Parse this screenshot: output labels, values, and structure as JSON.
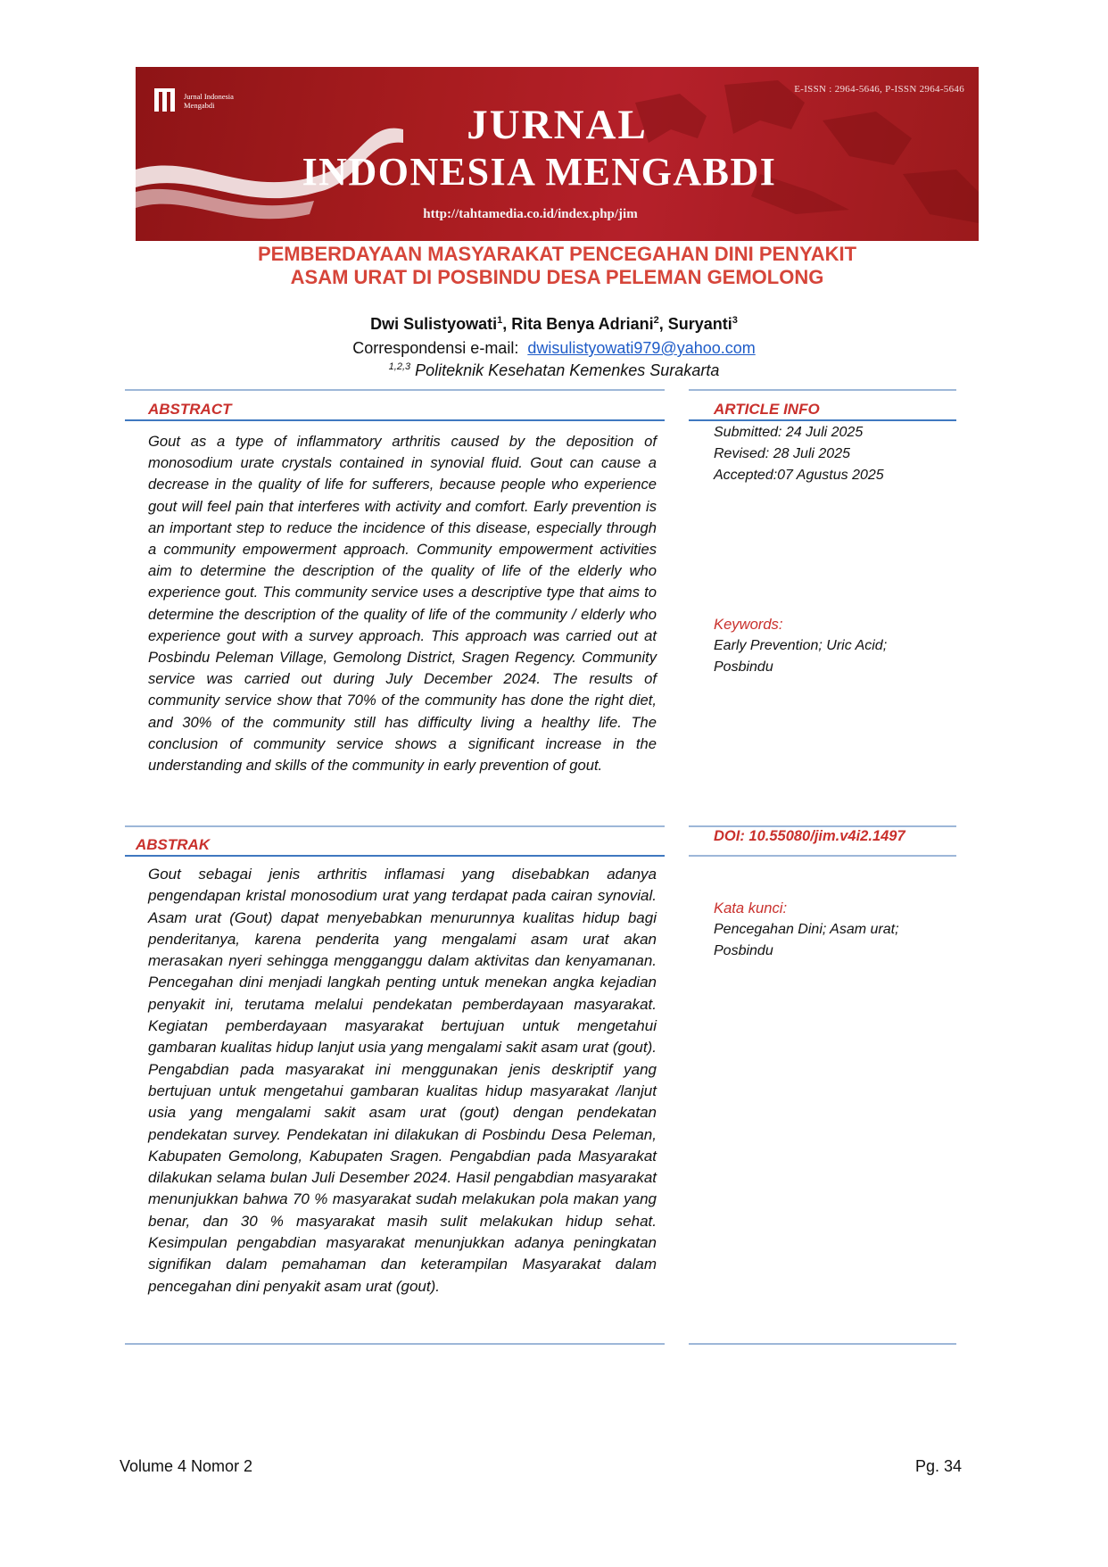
{
  "banner": {
    "logo_text": "Jurnal Indonesia\nMengabdi",
    "issn": "E-ISSN : 2964-5646, P-ISSN 2964-5646",
    "title_line1": "JURNAL",
    "title_line2": "INDONESIA MENGABDI",
    "url": "http://tahtamedia.co.id/index.php/jim"
  },
  "article": {
    "title_line1": "PEMBERDAYAAN MASYARAKAT PENCEGAHAN DINI PENYAKIT",
    "title_line2": "ASAM URAT DI POSBINDU DESA PELEMAN GEMOLONG",
    "authors": [
      {
        "name": "Dwi Sulistyowati",
        "sup": "1"
      },
      {
        "name": "Rita Benya Adriani",
        "sup": "2"
      },
      {
        "name": "Suryanti",
        "sup": "3"
      }
    ],
    "author_sep": ", ",
    "correspondence_label": "Correspondensi e-mail:",
    "correspondence_email": "dwisulistyowati979@yahoo.com",
    "affiliation_sup": "1,2,3",
    "affiliation": "Politeknik Kesehatan Kemenkes Surakarta"
  },
  "abstract": {
    "heading": "ABSTRACT",
    "text": "Gout as a type of inflammatory arthritis caused by the deposition of monosodium urate crystals contained in synovial fluid. Gout can cause a decrease in the quality of life for sufferers, because people who experience gout will feel pain that interferes with activity and comfort. Early prevention is an important step to reduce the incidence of this disease, especially through a community empowerment approach. Community empowerment activities aim to determine the description of the quality of life of the elderly who experience gout. This community service uses a descriptive type that aims to determine the description of the quality of life of the community / elderly who experience gout with a survey approach. This approach was carried out at Posbindu Peleman Village, Gemolong District, Sragen Regency. Community service was carried out during July December 2024. The results of community service show that 70% of the community has done the right diet, and 30% of the community still has difficulty living a  healthy life. The conclusion of community service shows a significant increase in the understanding and skills of the community in early prevention of gout."
  },
  "article_info": {
    "heading": "ARTICLE INFO",
    "submitted": "Submitted: 24 Juli 2025",
    "revised": "Revised: 28 Juli 2025",
    "accepted": "Accepted:07 Agustus 2025",
    "keywords_label": "Keywords:",
    "keywords_line1": "Early Prevention; Uric Acid;",
    "keywords_line2": "Posbindu"
  },
  "abstrak": {
    "heading": "ABSTRAK",
    "text": "Gout sebagai jenis arthritis inflamasi yang disebabkan adanya pengendapan kristal monosodium urat yang terdapat pada cairan synovial. Asam urat (Gout) dapat menyebabkan menurunnya kualitas hidup bagi penderitanya, karena  penderita yang mengalami asam urat akan merasakan nyeri sehingga mengganggu dalam aktivitas dan kenyamanan. Pencegahan dini menjadi langkah penting untuk menekan angka kejadian penyakit ini, terutama melalui pendekatan pemberdayaan masyarakat. Kegiatan pemberdayaan masyarakat bertujuan untuk mengetahui gambaran kualitas hidup lanjut usia yang mengalami sakit asam urat (gout). Pengabdian pada masyarakat ini menggunakan jenis deskriptif yang bertujuan untuk mengetahui gambaran kualitas hidup masyarakat /lanjut usia yang mengalami sakit asam urat (gout) dengan pendekatan pendekatan survey. Pendekatan ini dilakukan di Posbindu Desa Peleman, Kabupaten Gemolong, Kabupaten Sragen. Pengabdian pada Masyarakat dilakukan selama bulan Juli Desember 2024. Hasil pengabdian masyarakat menunjukkan bahwa 70 % masyarakat sudah melakukan pola makan yang benar, dan 30 % masyarakat masih sulit melakukan hidup sehat. Kesimpulan pengabdian masyarakat menunjukkan adanya peningkatan signifikan dalam pemahaman dan keterampilan Masyarakat dalam pencegahan dini penyakit asam urat (gout)."
  },
  "side_id": {
    "doi": "DOI: 10.55080/jim.v4i2.1497",
    "kata_kunci_label": "Kata kunci:",
    "kata_kunci_line1": "Pencegahan Dini; Asam urat;",
    "kata_kunci_line2": "Posbindu"
  },
  "footer": {
    "volume": "Volume 4  Nomor 2",
    "page": "Pg. 34"
  }
}
